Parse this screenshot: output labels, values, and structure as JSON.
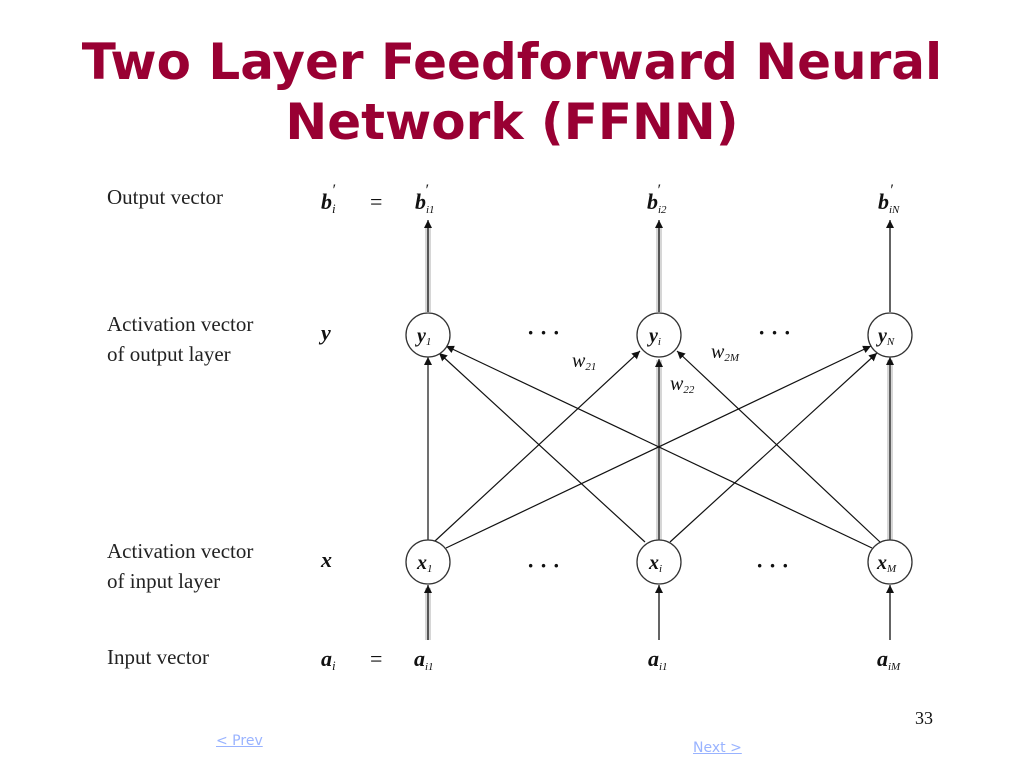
{
  "slide": {
    "title_line1": "Two Layer Feedforward Neural",
    "title_line2": "Network (FFNN)",
    "page_number": "33",
    "prev_label": "< Prev",
    "next_label": "Next >",
    "title_color": "#990033",
    "link_color": "#99b3ff"
  },
  "diagram": {
    "row_labels": {
      "output_vector": "Output vector",
      "activation_output_1": "Activation vector",
      "activation_output_2": "of output layer",
      "activation_input_1": "Activation vector",
      "activation_input_2": "of input layer",
      "input_vector": "Input vector"
    },
    "symbols": {
      "b_prime": "b",
      "b_prime_sub": "i",
      "y": "y",
      "x": "x",
      "a": "a",
      "a_sub": "i",
      "equals": "="
    },
    "outputs": [
      {
        "base": "b",
        "sub": "i1"
      },
      {
        "base": "b",
        "sub": "i2"
      },
      {
        "base": "b",
        "sub": "iN"
      }
    ],
    "output_nodes": [
      {
        "base": "y",
        "sub": "1"
      },
      {
        "base": "y",
        "sub": "i"
      },
      {
        "base": "y",
        "sub": "N"
      }
    ],
    "input_nodes": [
      {
        "base": "x",
        "sub": "1"
      },
      {
        "base": "x",
        "sub": "i"
      },
      {
        "base": "x",
        "sub": "M"
      }
    ],
    "inputs": [
      {
        "base": "a",
        "sub": "i1"
      },
      {
        "base": "a",
        "sub": "i1"
      },
      {
        "base": "a",
        "sub": "iM"
      }
    ],
    "weights": [
      {
        "base": "w",
        "sub": "21"
      },
      {
        "base": "w",
        "sub": "22"
      },
      {
        "base": "w",
        "sub": "2M"
      }
    ],
    "ellipsis": "· · ·"
  }
}
